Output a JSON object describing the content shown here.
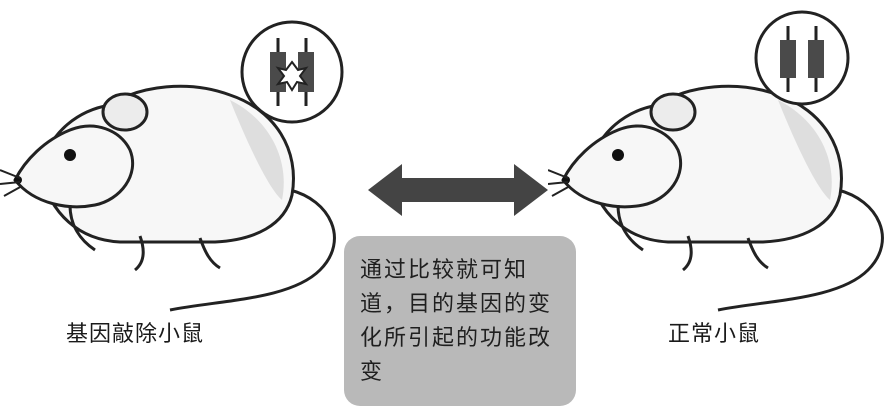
{
  "left_label": "基因敲除小鼠",
  "right_label": "正常小鼠",
  "note": "通过比较就可知道，目的基因的变化所引起的功能改变",
  "colors": {
    "arrow": "#444444",
    "note_bg": "#b9b9b9",
    "gene_bar": "#4a4a4a",
    "mouse_shade": "#e4e4e4"
  },
  "icons": {
    "left_inset": "mutated-gene-icon",
    "right_inset": "normal-gene-icon",
    "arrow": "double-arrow-icon"
  }
}
